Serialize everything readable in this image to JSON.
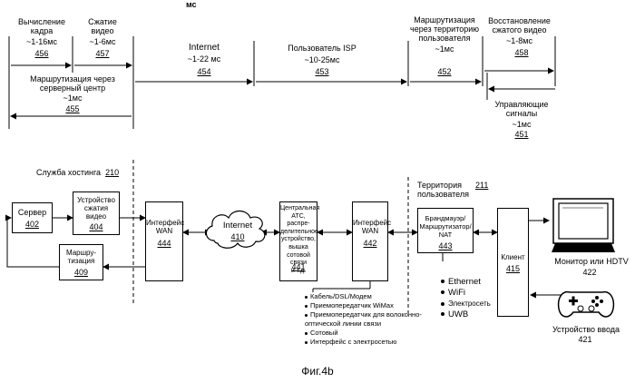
{
  "top_unit": "мс",
  "timing": {
    "frame": {
      "label": "Вычисление\nкадра",
      "time": "~1-16мс",
      "num": "456"
    },
    "compress": {
      "label": "Сжатие\nвидео",
      "time": "~1-6мс",
      "num": "457"
    },
    "routing": {
      "label": "Маршрутизация через\nсерверный центр",
      "time": "~1мс",
      "num": "455"
    },
    "internet": {
      "label": "Internet",
      "time": "~1-22 мс",
      "num": "454"
    },
    "isp": {
      "label": "Пользователь ISP",
      "time": "~10-25мс",
      "num": "453"
    },
    "user_routing": {
      "label": "Маршрутизация\nчерез территорию\nпользователя",
      "time": "~1мс",
      "num": "452"
    },
    "decompress": {
      "label": "Восстановление\nсжатого видео",
      "time": "~1-8мс",
      "num": "458"
    },
    "control": {
      "label": "Управляющие\nсигналы",
      "time": "~1мс",
      "num": "451"
    }
  },
  "section_hosting": {
    "label": "Служба хостинга",
    "num": "210"
  },
  "section_user": {
    "label": "Территория\nпользователя",
    "num": "211"
  },
  "blocks": {
    "server": {
      "label": "Сервер",
      "num": "402"
    },
    "compressor": {
      "label": "Устройство\nсжатия\nвидео",
      "num": "404"
    },
    "wan1": {
      "label": "Интерфейс\nWAN",
      "num": "444"
    },
    "internet": {
      "label": "Internet",
      "num": "410"
    },
    "central": {
      "label": "Центральная\nАТС, распре-\nделительное\nустройство,\nвышка\nсотовой связи\nи т.д.",
      "num": "441"
    },
    "wan2": {
      "label": "Интерфейс\nWAN",
      "num": "442"
    },
    "firewall": {
      "label": "Брандмауэр/\nМаршрутизатор/\nNAT",
      "num": "443"
    },
    "client": {
      "label": "Клиент",
      "num": "415"
    },
    "routing": {
      "label": "Маршру-\nтизация",
      "num": "409"
    }
  },
  "monitor": {
    "label": "Монитор или HDTV",
    "num": "422"
  },
  "input_device": {
    "label": "Устройство ввода",
    "num": "421"
  },
  "wan_types": [
    "Кабель/DSL/Модем",
    "Приемопередатчик WiMax",
    "Приемопередатчик для волоконно-\nоптической линии связи",
    "Сотовый",
    "Интерфейс с электросетью"
  ],
  "home_links": [
    "Ethernet",
    "WiFi",
    "Электросеть",
    "UWB"
  ],
  "figure_caption": "Фиг.4b"
}
